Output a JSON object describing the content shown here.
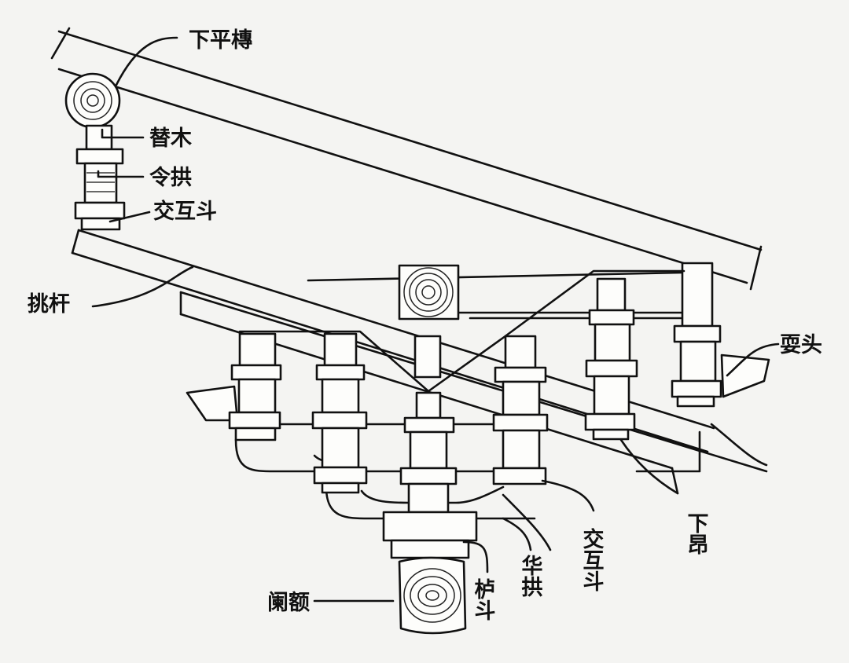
{
  "diagram": {
    "labels": {
      "xia_ping_tuan": "下平槫",
      "ti_mu": "替木",
      "ling_gong": "令拱",
      "jiao_hu_dou_top": "交互斗",
      "tiao_gan": "挑杆",
      "shua_tou": "耍头",
      "xia_ang": "下昂",
      "jiao_hu_dou_bottom": "交互斗",
      "hua_gong": "华拱",
      "lu_dou": "栌斗",
      "lan_e": "阑额"
    }
  }
}
